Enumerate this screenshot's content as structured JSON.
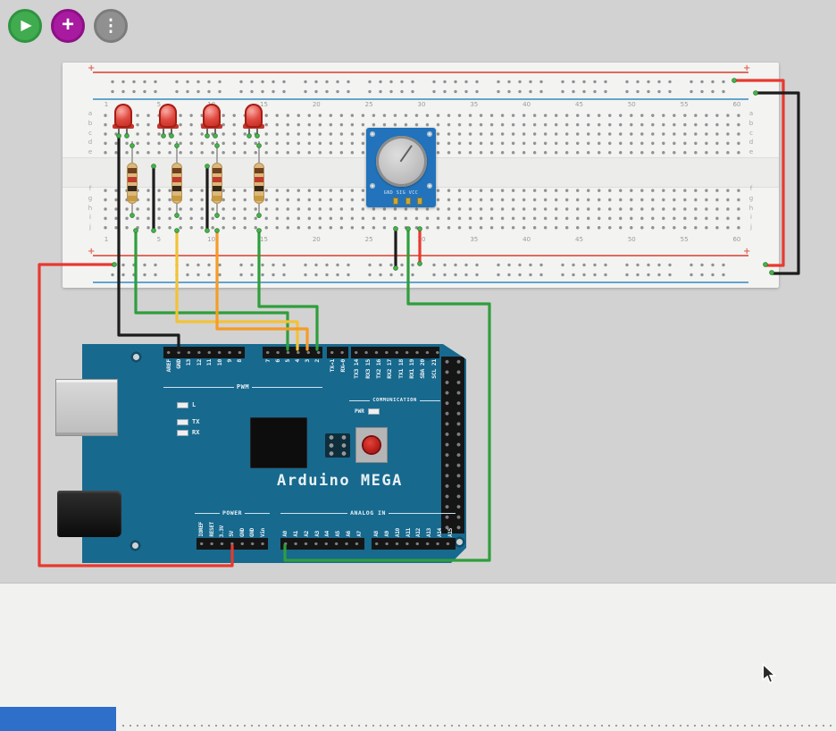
{
  "colors": {
    "play_green": "#41ab4f",
    "add_purple": "#a81a9f",
    "menu_gray": "#909090",
    "arduino_board_blue": "#17698e",
    "pot_module_blue": "#2273bb",
    "wire_red": "#e8392f",
    "wire_black": "#1c1c1c",
    "wire_green": "#2f9e3c",
    "wire_yellow": "#f2c238",
    "wire_orange": "#f59c27",
    "led_red": "#bf2b22",
    "rail_red": "#e06a5c",
    "rail_blue": "#64a4cf",
    "bottom_bar_blue": "#2d6fc9"
  },
  "toolbar": {
    "play_icon": "▶",
    "add_icon": "+",
    "menu_icon": "⋮"
  },
  "breadboard": {
    "column_numbers": [
      "1",
      "5",
      "10",
      "15",
      "20",
      "25",
      "30",
      "35",
      "40",
      "45",
      "50",
      "55",
      "60"
    ],
    "row_letters_top": [
      "a",
      "b",
      "c",
      "d",
      "e"
    ],
    "row_letters_bottom": [
      "f",
      "g",
      "h",
      "i",
      "j"
    ],
    "plus_sign": "+"
  },
  "potentiometer": {
    "pin_labels": "GND SIG VCC"
  },
  "arduino": {
    "title": "Arduino MEGA",
    "pwm_label": "PWM",
    "communication_label": "COMMUNICATION",
    "power_label": "POWER",
    "analog_label": "ANALOG IN",
    "pwr_led_label": "PWR",
    "led_labels": [
      "L",
      "TX",
      "RX"
    ],
    "digital_pins_a": [
      "AREF",
      "GND",
      "13",
      "12",
      "11",
      "10",
      "9",
      "8"
    ],
    "digital_pins_b": [
      "7",
      "6",
      "5",
      "4",
      "3",
      "2"
    ],
    "serial_pins": [
      "TX→1",
      "RX←0"
    ],
    "comm_pins": [
      "TX3 14",
      "RX3 15",
      "TX2 16",
      "RX2 17",
      "TX1 18",
      "RX1 19",
      "SDA 20",
      "SCL 21"
    ],
    "power_pins": [
      "IOREF",
      "RESET",
      "3.3V",
      "5V",
      "GND",
      "GND",
      "Vin"
    ],
    "analog_pins_a": [
      "A0",
      "A1",
      "A2",
      "A3",
      "A4",
      "A5",
      "A6",
      "A7"
    ],
    "analog_pins_b": [
      "A8",
      "A9",
      "A10",
      "A11",
      "A12",
      "A13",
      "A14",
      "A15"
    ]
  }
}
